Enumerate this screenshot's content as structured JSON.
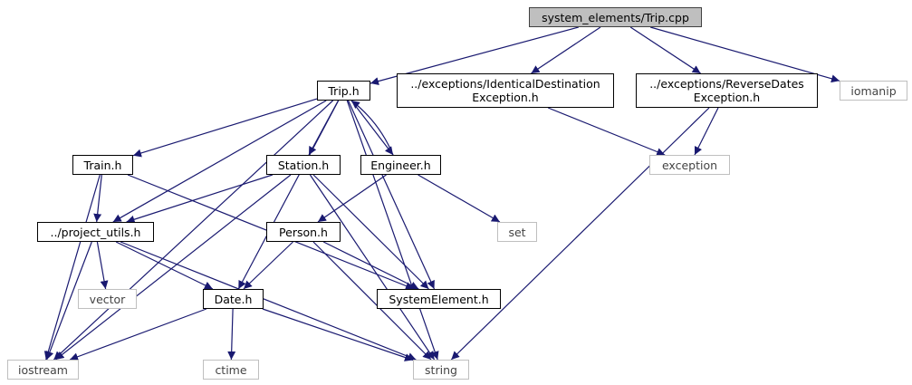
{
  "colors": {
    "edge": "#191970",
    "box_border": "#000000",
    "external_border": "#bfbfbf",
    "root_fill": "#bfbfbf"
  },
  "nodes": {
    "trip_cpp": {
      "lines": [
        "system_elements/Trip.cpp"
      ],
      "kind": "root"
    },
    "trip_h": {
      "lines": [
        "Trip.h"
      ],
      "kind": "internal"
    },
    "identical": {
      "lines": [
        "../exceptions/IdenticalDestination",
        "Exception.h"
      ],
      "kind": "internal"
    },
    "reverse": {
      "lines": [
        "../exceptions/ReverseDates",
        "Exception.h"
      ],
      "kind": "internal"
    },
    "iomanip": {
      "lines": [
        "iomanip"
      ],
      "kind": "external"
    },
    "train": {
      "lines": [
        "Train.h"
      ],
      "kind": "internal"
    },
    "station": {
      "lines": [
        "Station.h"
      ],
      "kind": "internal"
    },
    "engineer": {
      "lines": [
        "Engineer.h"
      ],
      "kind": "internal"
    },
    "exception": {
      "lines": [
        "exception"
      ],
      "kind": "external"
    },
    "set": {
      "lines": [
        "set"
      ],
      "kind": "external"
    },
    "project_utils": {
      "lines": [
        "../project_utils.h"
      ],
      "kind": "internal"
    },
    "person": {
      "lines": [
        "Person.h"
      ],
      "kind": "internal"
    },
    "vector": {
      "lines": [
        "vector"
      ],
      "kind": "external"
    },
    "date": {
      "lines": [
        "Date.h"
      ],
      "kind": "internal"
    },
    "system_element": {
      "lines": [
        "SystemElement.h"
      ],
      "kind": "internal"
    },
    "iostream": {
      "lines": [
        "iostream"
      ],
      "kind": "external"
    },
    "ctime": {
      "lines": [
        "ctime"
      ],
      "kind": "external"
    },
    "string": {
      "lines": [
        "string"
      ],
      "kind": "external"
    }
  },
  "edges": [
    [
      "trip_cpp",
      "trip_h"
    ],
    [
      "trip_cpp",
      "identical"
    ],
    [
      "trip_cpp",
      "reverse"
    ],
    [
      "trip_cpp",
      "iomanip"
    ],
    [
      "trip_h",
      "train"
    ],
    [
      "trip_h",
      "station"
    ],
    [
      "trip_h",
      "engineer"
    ],
    [
      "trip_h",
      "project_utils"
    ],
    [
      "trip_h",
      "date"
    ],
    [
      "trip_h",
      "system_element"
    ],
    [
      "trip_h",
      "iostream"
    ],
    [
      "trip_h",
      "string"
    ],
    [
      "identical",
      "exception"
    ],
    [
      "reverse",
      "exception"
    ],
    [
      "reverse",
      "string"
    ],
    [
      "train",
      "project_utils"
    ],
    [
      "train",
      "system_element"
    ],
    [
      "train",
      "iostream"
    ],
    [
      "station",
      "project_utils"
    ],
    [
      "station",
      "system_element"
    ],
    [
      "station",
      "iostream"
    ],
    [
      "station",
      "string"
    ],
    [
      "engineer",
      "trip_h"
    ],
    [
      "engineer",
      "person"
    ],
    [
      "engineer",
      "set"
    ],
    [
      "project_utils",
      "vector"
    ],
    [
      "project_utils",
      "date"
    ],
    [
      "project_utils",
      "iostream"
    ],
    [
      "project_utils",
      "string"
    ],
    [
      "person",
      "date"
    ],
    [
      "person",
      "system_element"
    ],
    [
      "person",
      "string"
    ],
    [
      "date",
      "iostream"
    ],
    [
      "date",
      "ctime"
    ],
    [
      "date",
      "string"
    ]
  ]
}
